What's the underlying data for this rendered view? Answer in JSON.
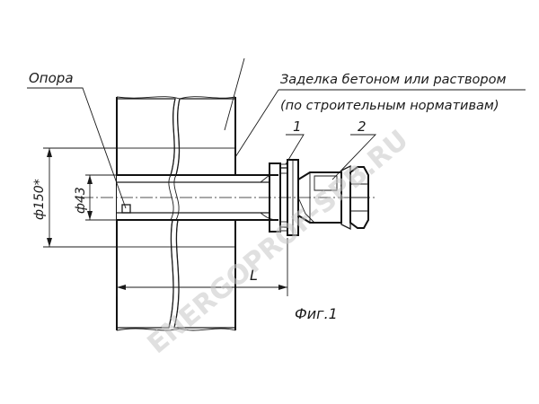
{
  "labels": {
    "support": "Опора",
    "embedding_line1": "Заделка бетоном или раствором",
    "embedding_line2": "(по строительным нормативам)",
    "pos1": "1",
    "pos2": "2",
    "dim_outer": "ф150*",
    "dim_inner": "ф43",
    "dim_length": "L",
    "figure": "Фиг.1"
  },
  "watermark": "ENERGOPROF-SPB.RU"
}
